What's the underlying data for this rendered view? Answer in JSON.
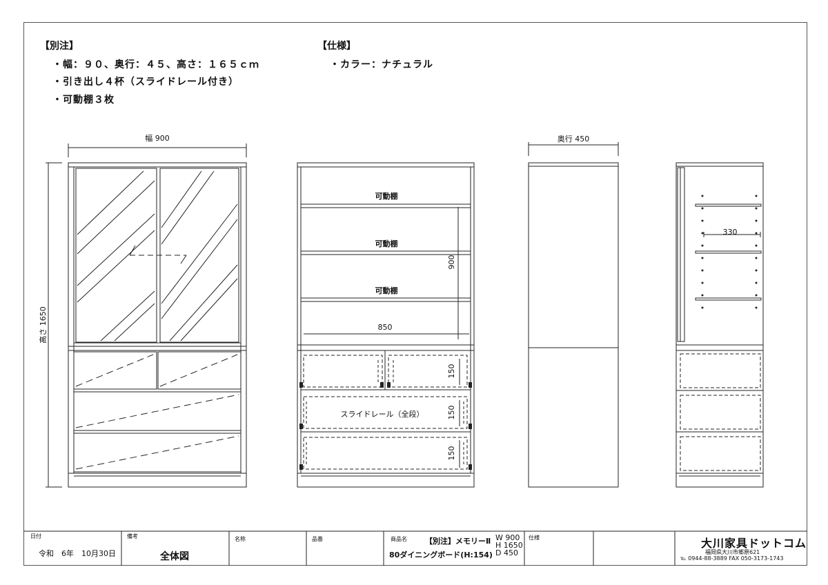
{
  "specs": {
    "custom_heading": "【別注】",
    "custom_items": [
      "・幅：９０、奥行：４５、高さ：１６５ｃｍ",
      "・引き出し４杯（スライドレール付き）",
      "・可動棚３枚"
    ],
    "spec_heading": "【仕様】",
    "spec_items": [
      "・カラー：ナチュラル"
    ]
  },
  "drawing": {
    "front": {
      "width_label": "幅 900",
      "height_label": "高さ 1650"
    },
    "interior": {
      "shelf_labels": [
        "可動棚",
        "可動棚",
        "可動棚"
      ],
      "dim_900": "900",
      "dim_850": "850",
      "drawer_dims": [
        "150",
        "150",
        "150"
      ],
      "rail_label": "スライドレール（全段）"
    },
    "side": {
      "depth_label": "奥行 450"
    },
    "section": {
      "dim_330": "330"
    }
  },
  "title_block": {
    "date_label": "日付",
    "date_value": "令和　6年　10月30日",
    "remarks_label": "備考",
    "remarks_value": "全体図",
    "name_label": "名称",
    "number_label": "品番",
    "product_label": "商品名",
    "product_line1": "【別注】メモリーⅡ",
    "product_line2": "80ダイニングボード(H:154)",
    "dims": [
      "W  900",
      "H  1650",
      "D  450"
    ],
    "spec_label": "仕様",
    "company": "大川家具ドットコム",
    "address": "福岡県大川市郷原621",
    "phone": "℡  0944-88-3889  FAX  050-3173-1743"
  }
}
